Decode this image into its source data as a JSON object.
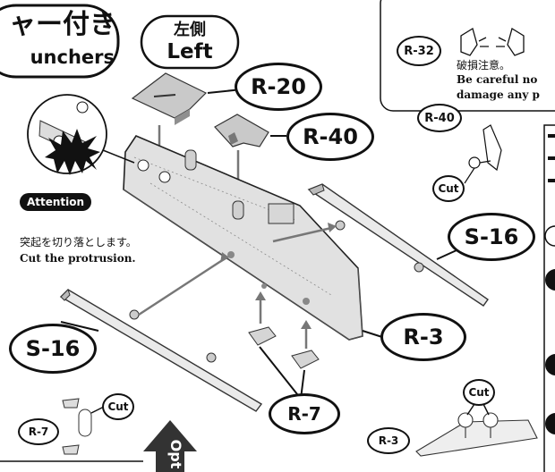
{
  "title_box": {
    "jp": "ャー付き",
    "en": "unchers"
  },
  "side_label": {
    "jp": "左側",
    "en": "Left"
  },
  "warning": {
    "part": "R-32",
    "jp": "破損注意。",
    "en_line1": "Be careful no",
    "en_line2": "damage any p"
  },
  "attention": {
    "label": "Attention",
    "jp": "突起を切り落とします。",
    "en": "Cut the protrusion."
  },
  "parts": {
    "r20": "R-20",
    "r40": "R-40",
    "s16_right": "S-16",
    "s16_left": "S-16",
    "r3": "R-3",
    "r7": "R-7"
  },
  "inset_r40": {
    "part": "R-40",
    "cut": "Cut"
  },
  "inset_r7": {
    "part": "R-7",
    "cut": "Cut"
  },
  "inset_r3": {
    "part": "R-3",
    "cut": "Cut"
  },
  "bottom_tab": {
    "label": "Opt"
  }
}
